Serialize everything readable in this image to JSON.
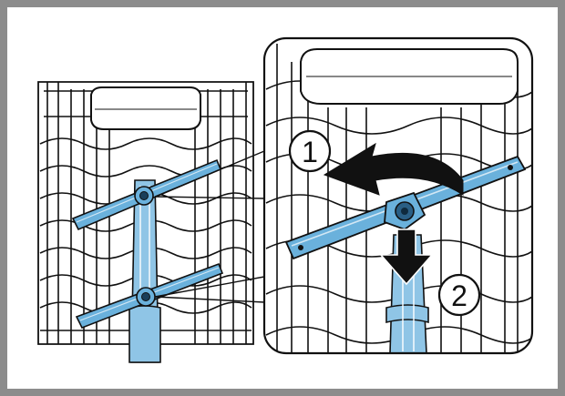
{
  "figure": {
    "background": "#ffffff",
    "border_color": "#8c8c8c",
    "accent_color": "#6ab1dc",
    "line_color": "#111111",
    "steps": [
      {
        "label": "1",
        "action": "rotate-counterclockwise"
      },
      {
        "label": "2",
        "action": "pull-down"
      }
    ]
  }
}
